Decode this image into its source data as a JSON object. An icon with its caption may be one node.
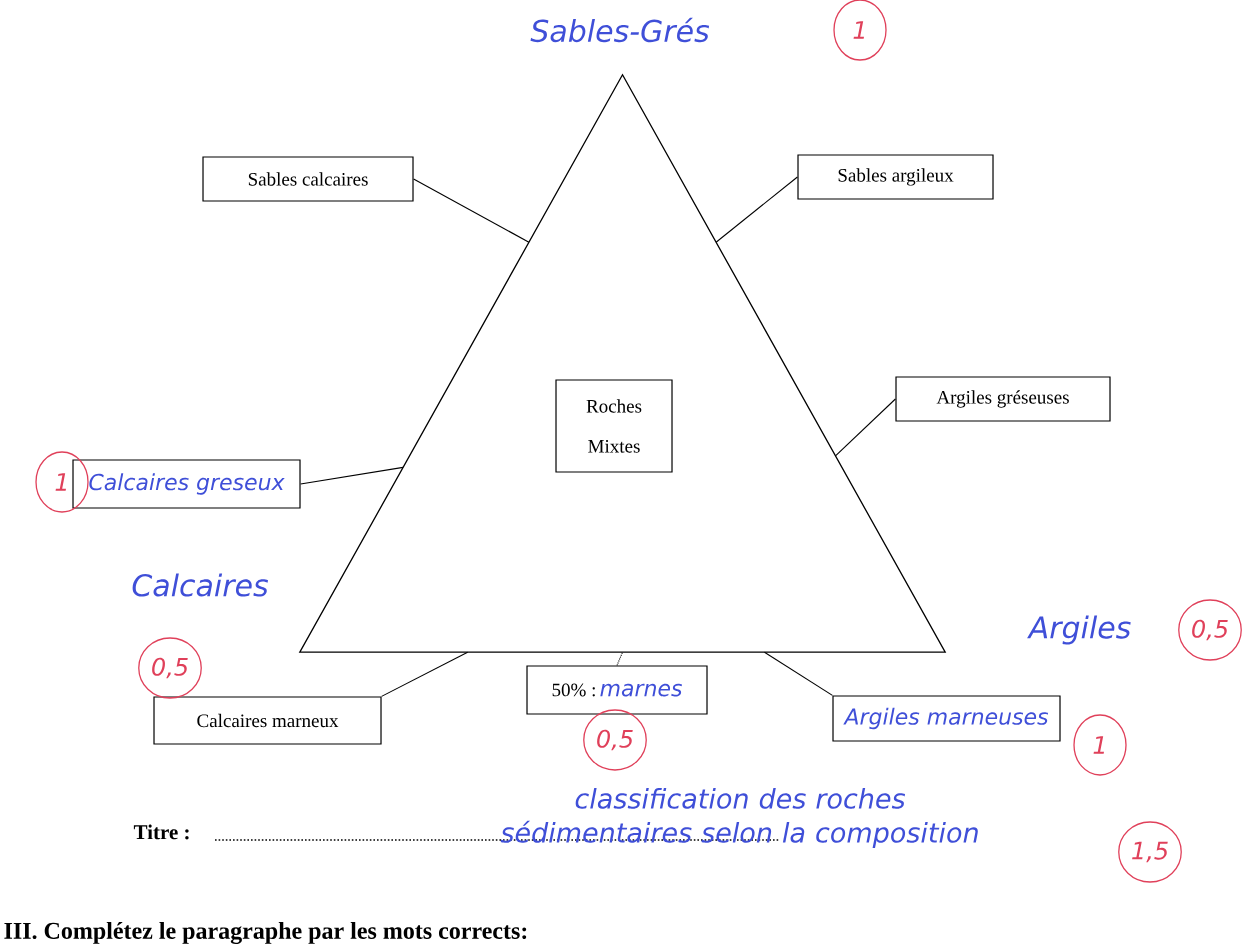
{
  "diagram": {
    "nodes": [
      {
        "text": [],
        "shape": "triangle"
      },
      {
        "text": [
          "Sables calcaires"
        ]
      },
      {
        "text": [
          "Sables argileux"
        ]
      },
      {
        "text": [
          "Roches Mixtes"
        ],
        "in": 0
      },
      {
        "text": [
          "Argiles gréseuses"
        ]
      },
      {
        "text": [
          "Calcaires greseux"
        ]
      },
      {
        "text": [
          "Calcaires marneux"
        ]
      },
      {
        "text": [
          "50% :",
          "marnes"
        ]
      },
      {
        "text": [
          "Argiles marneuses"
        ]
      }
    ],
    "edges": [
      {
        "from": 1,
        "to": 0,
        "arrow": "none"
      },
      {
        "from": 2,
        "to": 0,
        "arrow": "none"
      },
      {
        "from": 4,
        "to": 0,
        "arrow": "none"
      },
      {
        "from": 5,
        "to": 0,
        "arrow": "none"
      },
      {
        "from": 6,
        "to": 0,
        "arrow": "none"
      },
      {
        "from": 7,
        "to": 0,
        "arrow": "none",
        "style": "dashed"
      },
      {
        "from": 8,
        "to": 0,
        "arrow": "none"
      }
    ],
    "labels": [
      "Sables-Grés",
      "1",
      "1",
      "Calcaires",
      "0,5",
      "Argiles",
      "0,5",
      "0,5",
      "1",
      "Titre :",
      "classification des roches sédimentaires selon la composition",
      "1,5",
      "III. Complétez le paragraphe par les mots corrects:"
    ]
  }
}
